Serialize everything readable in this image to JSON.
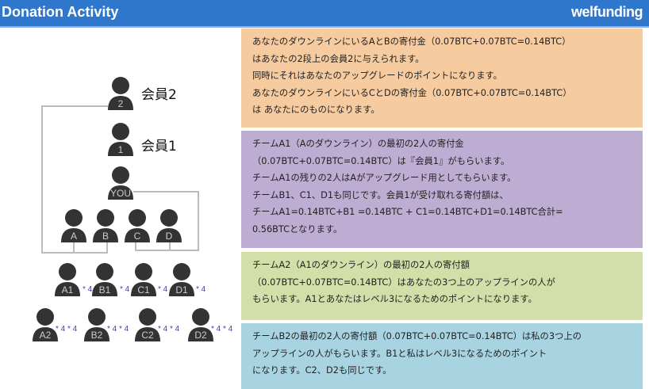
{
  "header": {
    "title": "Donation Activity",
    "brand": "welfunding"
  },
  "tree": {
    "rank2": "会員2",
    "rank1": "会員1",
    "nodes": {
      "m2": "2",
      "m1": "1",
      "you": "YOU",
      "a": "A",
      "b": "B",
      "c": "C",
      "d": "D",
      "a1": "A1",
      "b1": "B1",
      "c1": "C1",
      "d1": "D1",
      "a2": "A2",
      "b2": "B2",
      "c2": "C2",
      "d2": "D2"
    },
    "mult1": "* 4",
    "mult2": "* 4 * 4"
  },
  "boxes": [
    {
      "lines": [
        "あなたのダウンラインにいるAとBの寄付金（0.07BTC+0.07BTC=0.14BTC）",
        "はあなたの2段上の会員2に与えられます。",
        "同時にそれはあなたのアップグレードのポイントになります。",
        "あなたのダウンラインにいるCとDの寄付金（0.07BTC+0.07BTC=0.14BTC）",
        "は あなたにのものになります。"
      ]
    },
    {
      "lines": [
        "チームA1（Aのダウンライン）の最初の2人の寄付金",
        "（0.07BTC+0.07BTC=0.14BTC）は『会員1』がもらいます。",
        "チームA1の残りの2人はAがアップグレード用としてもらいます。",
        "チームB1、C1、D1も同じです。会員1が受け取れる寄付額は、",
        "チームA1=0.14BTC+B1 =0.14BTC + C1=0.14BTC+D1=0.14BTC合計=",
        "0.56BTCとなります。"
      ]
    },
    {
      "lines": [
        "チームA2（A1のダウンライン）の最初の2人の寄付額",
        "（0.07BTC+0.07BTC=0.14BTC）はあなたの3つ上のアップラインの人が",
        "もらいます。A1とあなたはレベル3になるためのポイントになります。"
      ]
    },
    {
      "lines": [
        "チームB2の最初の2人の寄付額（0.07BTC+0.07BTC=0.14BTC）は私の3つ上の",
        "アップラインの人がもらいます。B1と私はレベル3になるためのポイント",
        "になります。C2、D2も同じです。"
      ]
    }
  ]
}
